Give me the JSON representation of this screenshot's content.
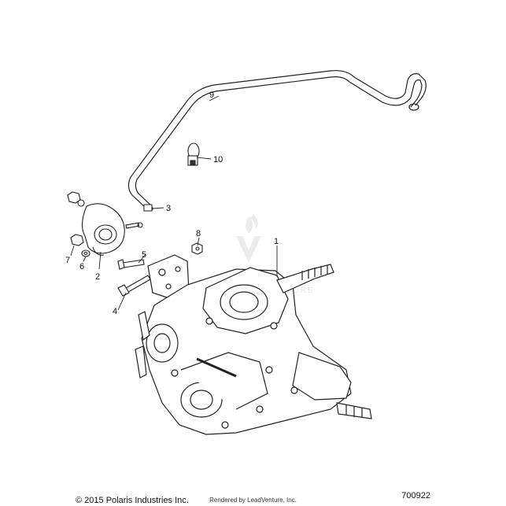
{
  "diagram": {
    "callouts": [
      "1",
      "2",
      "3",
      "4",
      "5",
      "6",
      "7",
      "8",
      "9",
      "10"
    ]
  },
  "footer": {
    "copyright": "© 2015 Polaris Industries Inc.",
    "part_number": "700922",
    "render_credit": "Rendered by LeadVenture, Inc."
  },
  "watermark": {
    "text": "VENTURE"
  }
}
